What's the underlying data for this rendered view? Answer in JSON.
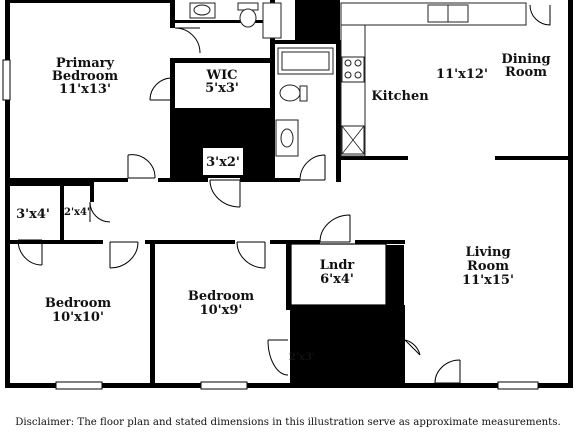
{
  "rooms": {
    "primary_bedroom": {
      "name": "Primary",
      "name2": "Bedroom",
      "dims": "11'x13'"
    },
    "wic": {
      "name": "WIC",
      "dims": "5'x3'"
    },
    "closet_3x2": {
      "dims": "3'x2'"
    },
    "kitchen": {
      "name": "Kitchen",
      "dims": "11'x12'"
    },
    "dining": {
      "name": "Dining",
      "name2": "Room"
    },
    "closet_3x4": {
      "dims": "3'x4'"
    },
    "closet_2x4": {
      "dims": "2'x4'"
    },
    "bedroom_left": {
      "name": "Bedroom",
      "dims": "10'x10'"
    },
    "bedroom_mid": {
      "name": "Bedroom",
      "dims": "10'x9'"
    },
    "laundry": {
      "name": "Lndr",
      "dims": "6'x4'"
    },
    "closet_2x3": {
      "dims": "2'x3'"
    },
    "living": {
      "name": "Living",
      "name2": "Room",
      "dims": "11'x15'"
    }
  },
  "disclaimer": "Disclaimer: The floor plan and stated dimensions in this illustration serve as approximate measurements."
}
